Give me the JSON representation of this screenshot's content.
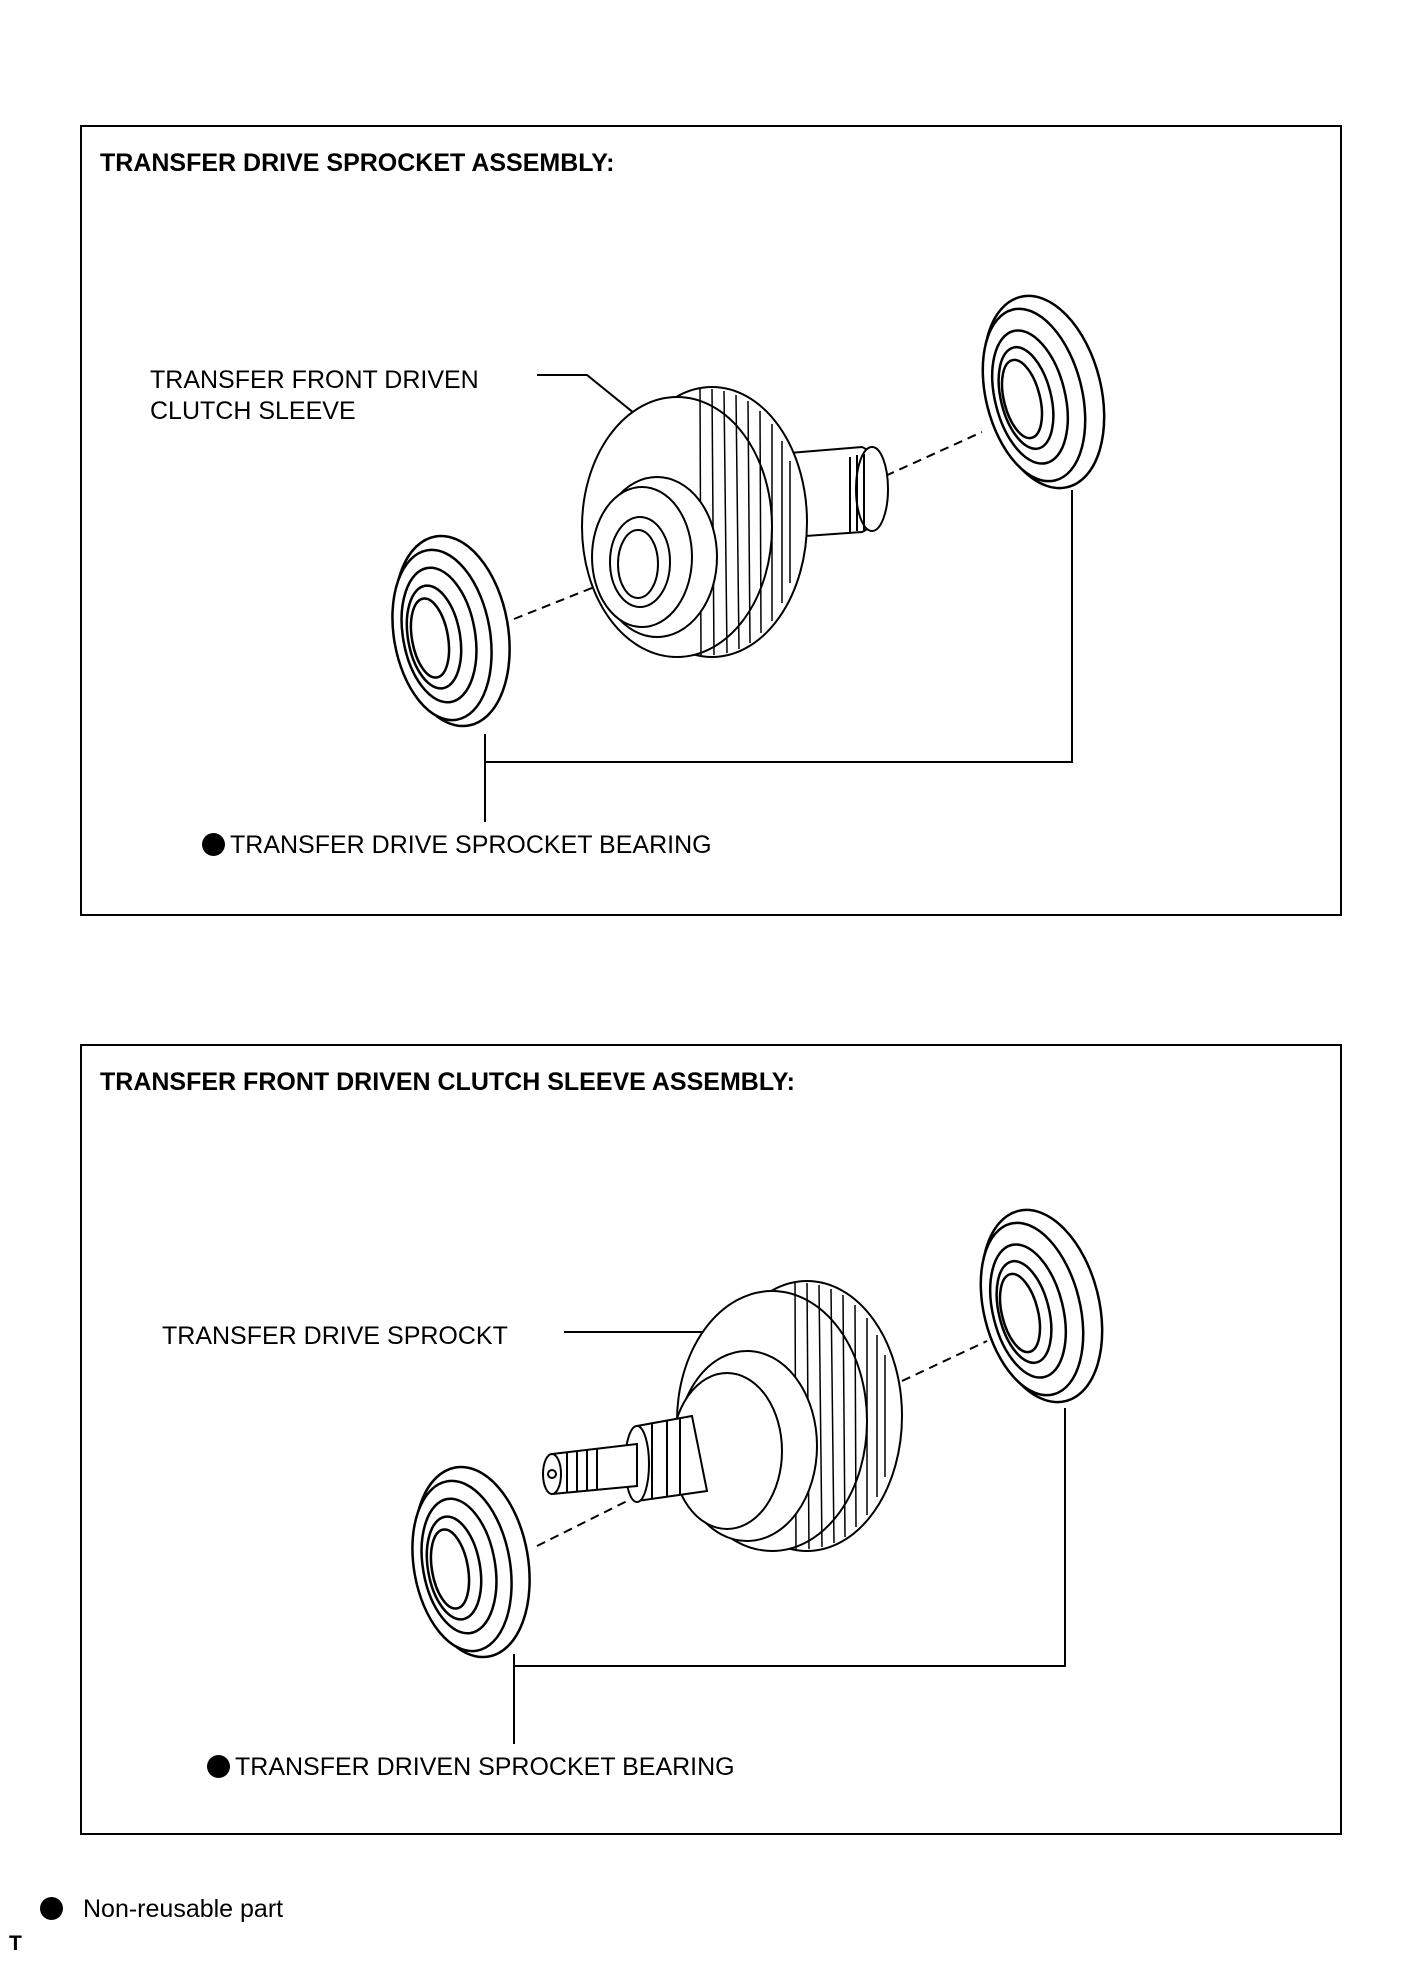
{
  "panels": [
    {
      "title": "TRANSFER DRIVE SPROCKET ASSEMBLY:",
      "part_label_lines": [
        "TRANSFER FRONT DRIVEN",
        "CLUTCH SLEEVE"
      ],
      "bearing_label": "TRANSFER DRIVE SPROCKET BEARING"
    },
    {
      "title": "TRANSFER FRONT DRIVEN CLUTCH SLEEVE ASSEMBLY:",
      "part_label_lines": [
        "TRANSFER DRIVE SPROCKT"
      ],
      "bearing_label": "TRANSFER DRIVEN SPROCKET BEARING"
    }
  ],
  "legend": {
    "symbol": "black-dot-icon",
    "text": "Non-reusable part"
  },
  "corner_code": "T",
  "colors": {
    "line": "#000000",
    "background": "#ffffff"
  }
}
